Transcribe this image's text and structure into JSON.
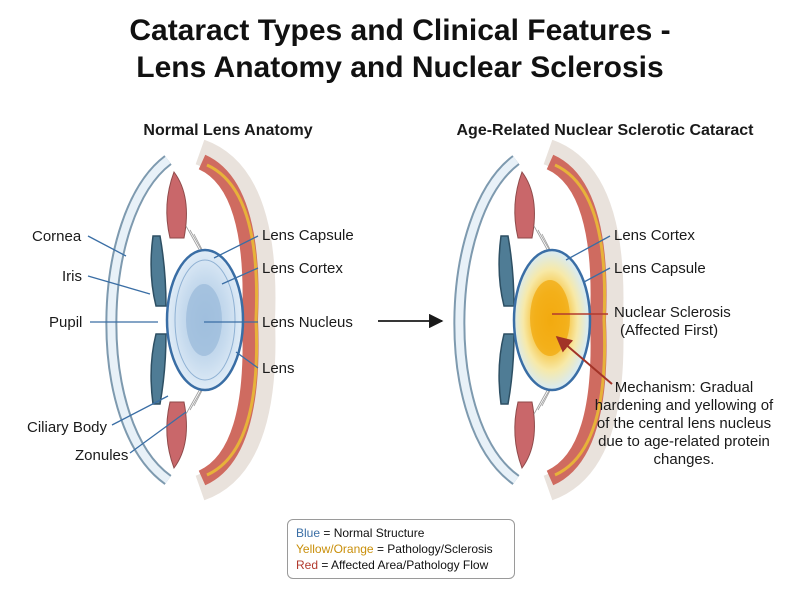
{
  "title": {
    "line1": "Cataract Types and Clinical Features -",
    "line2": "Lens Anatomy and Nuclear Sclerosis"
  },
  "left_panel": {
    "title": "Normal Lens Anatomy",
    "labels": {
      "cornea": "Cornea",
      "iris": "Iris",
      "pupil": "Pupil",
      "ciliary_body": "Ciliary Body",
      "zonules": "Zonules",
      "lens_capsule": "Lens Capsule",
      "lens_cortex": "Lens Cortex",
      "lens_nucleus": "Lens Nucleus",
      "lens": "Lens"
    }
  },
  "right_panel": {
    "title": "Age-Related Nuclear Sclerotic Cataract",
    "labels": {
      "lens_cortex": "Lens Cortex",
      "lens_capsule": "Lens Capsule",
      "nuclear_sclerosis_line1": "Nuclear Sclerosis",
      "nuclear_sclerosis_line2": "(Affected First)"
    },
    "mechanism": [
      "Mechanism: Gradual",
      "hardening and yellowing of",
      "of the central lens nucleus",
      "due to age-related protein",
      "changes."
    ]
  },
  "legend": {
    "blue_key": "Blue",
    "blue_text": " = Normal Structure",
    "yellow_key": "Yellow/Orange",
    "yellow_text": " = Pathology/Sclerosis",
    "red_key": "Red",
    "red_text": " = Affected Area/Pathology Flow"
  },
  "colors": {
    "normal_blue": "#3a6ea5",
    "pathology_orange": "#d89a10",
    "affected_red": "#b23a2e",
    "tissue_red": "#c96b63",
    "iris_blue": "#4f7c95"
  }
}
